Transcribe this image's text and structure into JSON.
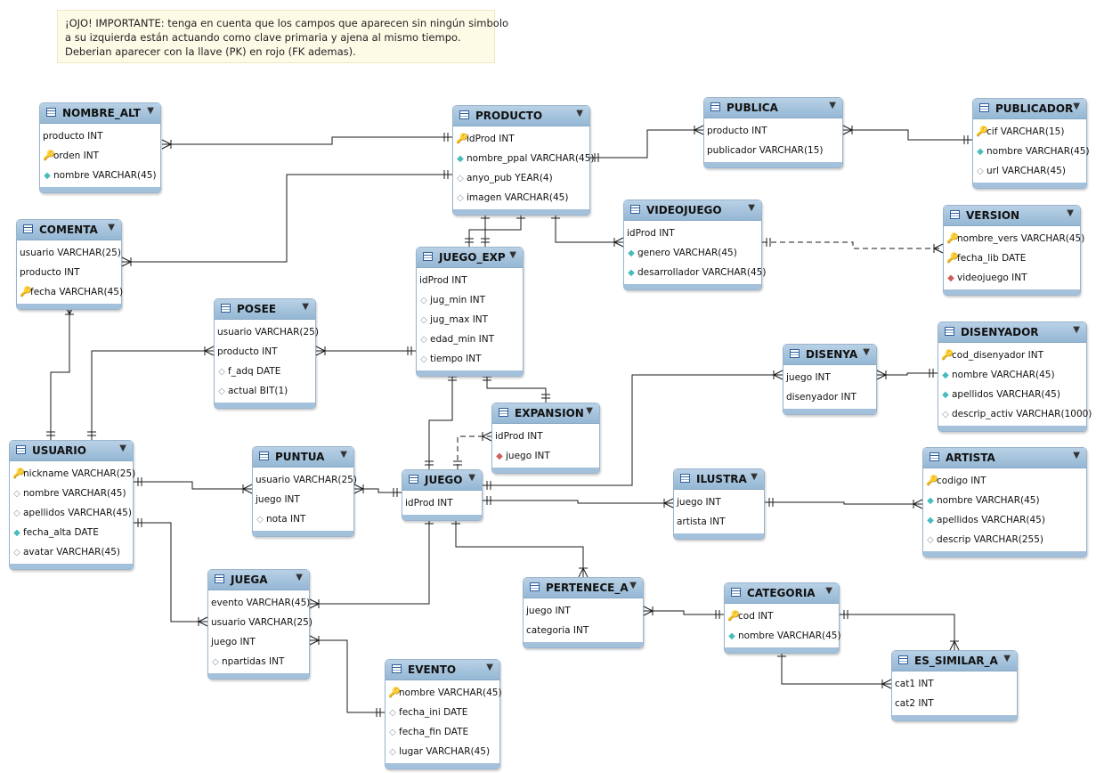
{
  "note": {
    "lines": [
      "¡OJO! IMPORTANTE: tenga en cuenta que los campos que aparecen sin ningún simbolo",
      "a su izquierda están actuando como clave primaria y ajena al mismo tiempo.",
      "Deberian aparecer con la llave (PK) en rojo (FK ademas)."
    ]
  },
  "colors": {
    "header": "#a6c4df",
    "line": "#1a1a1a",
    "pk_icon": "#e0b800",
    "not_null_icon": "#46bcbc",
    "nullable_icon": "#8c9aa8",
    "fk_icon": "#d05a5a"
  },
  "tables": [
    {
      "id": "nombre_alt",
      "name": "NOMBRE_ALT",
      "columns": [
        {
          "text": "producto INT",
          "icon": "none"
        },
        {
          "text": "orden INT",
          "icon": "key"
        },
        {
          "text": "nombre VARCHAR(45)",
          "icon": "not-null"
        }
      ]
    },
    {
      "id": "producto",
      "name": "PRODUCTO",
      "columns": [
        {
          "text": "idProd INT",
          "icon": "key"
        },
        {
          "text": "nombre_ppal VARCHAR(45)",
          "icon": "not-null"
        },
        {
          "text": "anyo_pub YEAR(4)",
          "icon": "nullable"
        },
        {
          "text": "imagen VARCHAR(45)",
          "icon": "nullable"
        }
      ]
    },
    {
      "id": "publica",
      "name": "PUBLICA",
      "columns": [
        {
          "text": "producto INT",
          "icon": "none"
        },
        {
          "text": "publicador VARCHAR(15)",
          "icon": "none"
        }
      ]
    },
    {
      "id": "publicador",
      "name": "PUBLICADOR",
      "columns": [
        {
          "text": "cif VARCHAR(15)",
          "icon": "key"
        },
        {
          "text": "nombre VARCHAR(45)",
          "icon": "not-null"
        },
        {
          "text": "url VARCHAR(45)",
          "icon": "nullable"
        }
      ]
    },
    {
      "id": "comenta",
      "name": "COMENTA",
      "columns": [
        {
          "text": "usuario VARCHAR(25)",
          "icon": "none"
        },
        {
          "text": "producto INT",
          "icon": "none"
        },
        {
          "text": "fecha VARCHAR(45)",
          "icon": "key"
        }
      ]
    },
    {
      "id": "videojuego",
      "name": "VIDEOJUEGO",
      "columns": [
        {
          "text": "idProd INT",
          "icon": "none"
        },
        {
          "text": "genero VARCHAR(45)",
          "icon": "not-null"
        },
        {
          "text": "desarrollador VARCHAR(45)",
          "icon": "not-null"
        }
      ]
    },
    {
      "id": "version",
      "name": "VERSION",
      "columns": [
        {
          "text": "nombre_vers VARCHAR(45)",
          "icon": "key"
        },
        {
          "text": "fecha_lib DATE",
          "icon": "key"
        },
        {
          "text": "videojuego INT",
          "icon": "fk"
        }
      ]
    },
    {
      "id": "juego_exp",
      "name": "JUEGO_EXP",
      "columns": [
        {
          "text": "idProd INT",
          "icon": "none"
        },
        {
          "text": "jug_min INT",
          "icon": "nullable"
        },
        {
          "text": "jug_max INT",
          "icon": "nullable"
        },
        {
          "text": "edad_min INT",
          "icon": "nullable"
        },
        {
          "text": "tiempo INT",
          "icon": "nullable"
        }
      ]
    },
    {
      "id": "posee",
      "name": "POSEE",
      "columns": [
        {
          "text": "usuario VARCHAR(25)",
          "icon": "none"
        },
        {
          "text": "producto INT",
          "icon": "none"
        },
        {
          "text": "f_adq DATE",
          "icon": "nullable"
        },
        {
          "text": "actual BIT(1)",
          "icon": "nullable"
        }
      ]
    },
    {
      "id": "disenya",
      "name": "DISENYA",
      "columns": [
        {
          "text": "juego INT",
          "icon": "none"
        },
        {
          "text": "disenyador INT",
          "icon": "none"
        }
      ]
    },
    {
      "id": "disenyador",
      "name": "DISENYADOR",
      "columns": [
        {
          "text": "cod_disenyador INT",
          "icon": "key"
        },
        {
          "text": "nombre VARCHAR(45)",
          "icon": "not-null"
        },
        {
          "text": "apellidos VARCHAR(45)",
          "icon": "not-null"
        },
        {
          "text": "descrip_activ VARCHAR(1000)",
          "icon": "nullable"
        }
      ]
    },
    {
      "id": "expansion",
      "name": "EXPANSION",
      "columns": [
        {
          "text": "idProd INT",
          "icon": "none"
        },
        {
          "text": "juego INT",
          "icon": "fk"
        }
      ]
    },
    {
      "id": "usuario",
      "name": "USUARIO",
      "columns": [
        {
          "text": "nickname VARCHAR(25)",
          "icon": "key"
        },
        {
          "text": "nombre VARCHAR(45)",
          "icon": "nullable"
        },
        {
          "text": "apellidos VARCHAR(45)",
          "icon": "nullable"
        },
        {
          "text": "fecha_alta DATE",
          "icon": "not-null"
        },
        {
          "text": "avatar VARCHAR(45)",
          "icon": "nullable"
        }
      ]
    },
    {
      "id": "puntua",
      "name": "PUNTUA",
      "columns": [
        {
          "text": "usuario VARCHAR(25)",
          "icon": "none"
        },
        {
          "text": "juego INT",
          "icon": "none"
        },
        {
          "text": "nota INT",
          "icon": "nullable"
        }
      ]
    },
    {
      "id": "juego",
      "name": "JUEGO",
      "columns": [
        {
          "text": "idProd INT",
          "icon": "none"
        }
      ]
    },
    {
      "id": "ilustra",
      "name": "ILUSTRA",
      "columns": [
        {
          "text": "juego INT",
          "icon": "none"
        },
        {
          "text": "artista INT",
          "icon": "none"
        }
      ]
    },
    {
      "id": "artista",
      "name": "ARTISTA",
      "columns": [
        {
          "text": "codigo INT",
          "icon": "key"
        },
        {
          "text": "nombre VARCHAR(45)",
          "icon": "not-null"
        },
        {
          "text": "apellidos VARCHAR(45)",
          "icon": "not-null"
        },
        {
          "text": "descrip VARCHAR(255)",
          "icon": "nullable"
        }
      ]
    },
    {
      "id": "juega",
      "name": "JUEGA",
      "columns": [
        {
          "text": "evento VARCHAR(45)",
          "icon": "none"
        },
        {
          "text": "usuario VARCHAR(25)",
          "icon": "none"
        },
        {
          "text": "juego INT",
          "icon": "none"
        },
        {
          "text": "npartidas INT",
          "icon": "nullable"
        }
      ]
    },
    {
      "id": "pertenece_a",
      "name": "PERTENECE_A",
      "columns": [
        {
          "text": "juego INT",
          "icon": "none"
        },
        {
          "text": "categoria INT",
          "icon": "none"
        }
      ]
    },
    {
      "id": "categoria",
      "name": "CATEGORIA",
      "columns": [
        {
          "text": "cod INT",
          "icon": "key"
        },
        {
          "text": "nombre VARCHAR(45)",
          "icon": "not-null"
        }
      ]
    },
    {
      "id": "es_similar_a",
      "name": "ES_SIMILAR_A",
      "columns": [
        {
          "text": "cat1 INT",
          "icon": "none"
        },
        {
          "text": "cat2 INT",
          "icon": "none"
        }
      ]
    },
    {
      "id": "evento",
      "name": "EVENTO",
      "columns": [
        {
          "text": "nombre VARCHAR(45)",
          "icon": "key"
        },
        {
          "text": "fecha_ini DATE",
          "icon": "nullable"
        },
        {
          "text": "fecha_fin DATE",
          "icon": "nullable"
        },
        {
          "text": "lugar VARCHAR(45)",
          "icon": "nullable"
        }
      ]
    }
  ]
}
